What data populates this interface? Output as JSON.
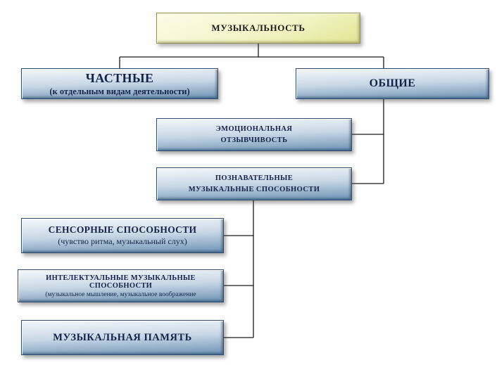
{
  "nodes": {
    "root": {
      "label": "МУЗЫКАЛЬНОСТЬ"
    },
    "chastnye": {
      "title": "ЧАСТНЫЕ",
      "subtitle": "(к отдельным видам деятельности)"
    },
    "obshchie": {
      "title": "ОБЩИЕ"
    },
    "emotsionalnaya": {
      "line1": "ЭМОЦИОНАЛЬНАЯ",
      "line2": "ОТЗЫВЧИВОСТЬ"
    },
    "poznavatelnye": {
      "line1": "ПОЗНАВАТЕЛЬНЫЕ",
      "line2": "МУЗЫКАЛЬНЫЕ СПОСОБНОСТИ"
    },
    "sensornye": {
      "title": "СЕНСОРНЫЕ СПОСОБНОСТИ",
      "subtitle": "(чувство ритма, музыкальный слух)"
    },
    "intellektualnye": {
      "title": "ИНТЕЛЕКТУАЛЬНЫЕ МУЗЫКАЛЬНЫЕ СПОСОБНОСТИ",
      "subtitle": "(музыкальное мышление, музыкальное воображение"
    },
    "pamyat": {
      "title": "МУЗЫКАЛЬНАЯ ПАМЯТЬ"
    }
  },
  "colors": {
    "root_grad_top": "#fcfce9",
    "root_grad_bottom": "#e2e493",
    "box_grad_top": "#f5f8fb",
    "box_grad_mid": "#c9d8e6",
    "box_grad_bottom": "#6d92b4",
    "box_border_dark": "#2e4d70",
    "box_border_light": "#ffffff",
    "text_dark": "#15234a",
    "connector": "#1a1a1a"
  }
}
